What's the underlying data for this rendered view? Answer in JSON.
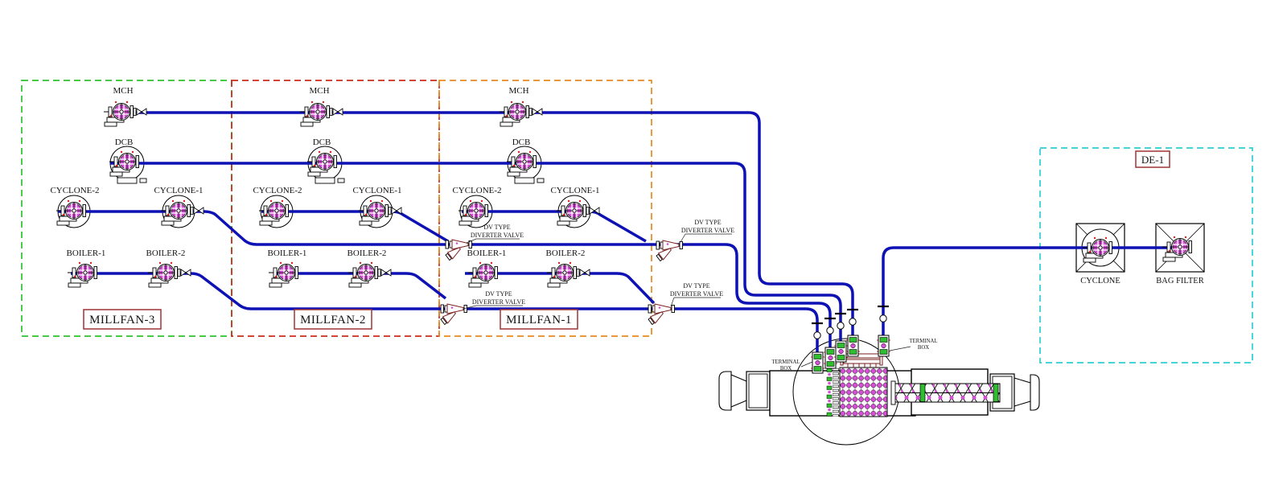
{
  "drawing": {
    "sections": {
      "millfan3": {
        "label": "MILLFAN-3"
      },
      "millfan2": {
        "label": "MILLFAN-2"
      },
      "millfan1": {
        "label": "MILLFAN-1"
      },
      "de1": {
        "label": "DE-1"
      }
    },
    "equipment_labels": {
      "mch": "MCH",
      "dcb": "DCB",
      "cyclone2": "CYCLONE-2",
      "cyclone1": "CYCLONE-1",
      "boiler1": "BOILER-1",
      "boiler2": "BOILER-2",
      "cyclone": "CYCLONE",
      "bag_filter": "BAG FILTER"
    },
    "annotations": {
      "dv_valve_line1": "DV TYPE",
      "dv_valve_line2": "DIVERTER VALVE",
      "terminal_box_line1": "TERMINAL",
      "terminal_box_line2": "BOX"
    },
    "colors": {
      "pipe_blue": "#0e11b4",
      "millfan3_border": "#2ec22e",
      "millfan2_border": "#cc2d1d",
      "millfan1_border": "#e78a20",
      "de1_border": "#2bcfd4",
      "label_box_border": "#9e3434",
      "equipment_magenta": "#d64fd6",
      "terminal_green": "#2fbe2f",
      "valve_dark_red": "#7a1f1f"
    }
  }
}
